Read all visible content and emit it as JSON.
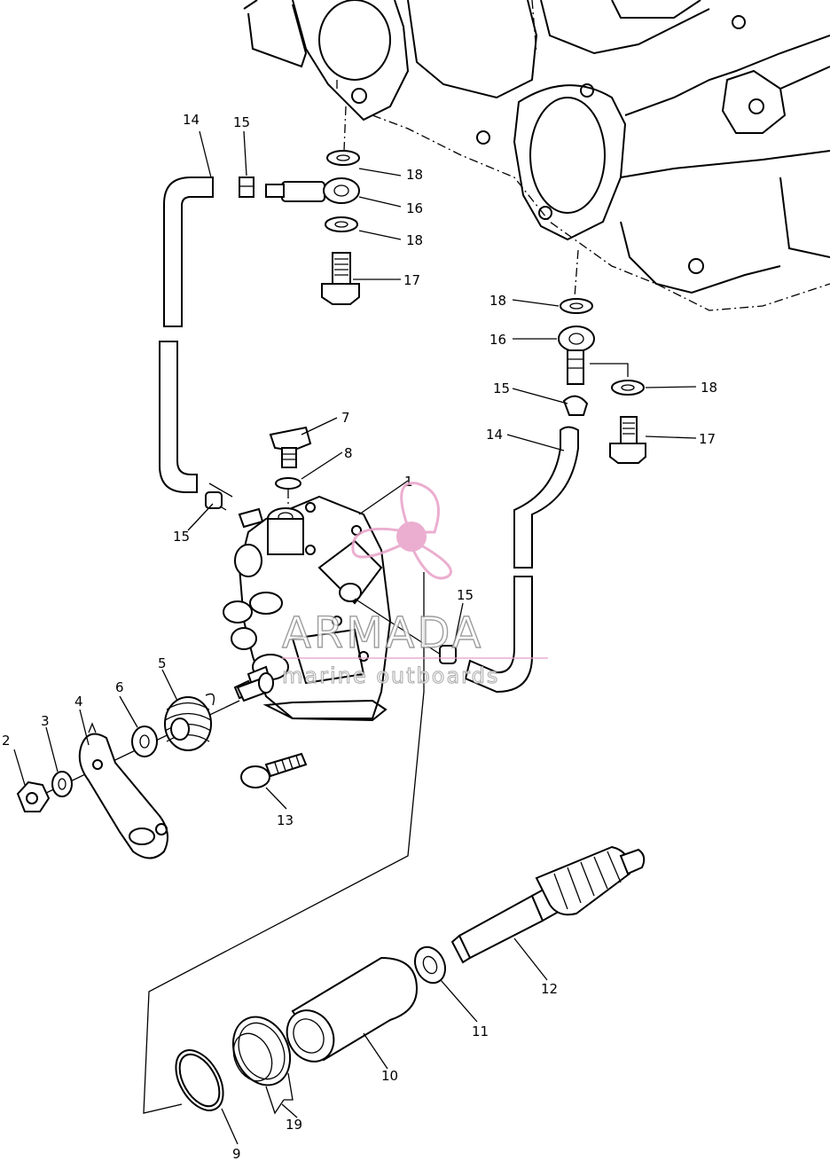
{
  "callouts": {
    "c1": "1",
    "c2": "2",
    "c3": "3",
    "c4": "4",
    "c5": "5",
    "c6": "6",
    "c7": "7",
    "c8": "8",
    "c9": "9",
    "c10": "10",
    "c11": "11",
    "c12": "12",
    "c13": "13",
    "c14a": "14",
    "c14b": "14",
    "c15a": "15",
    "c15b": "15",
    "c15c": "15",
    "c15d": "15",
    "c16a": "16",
    "c16b": "16",
    "c17a": "17",
    "c17b": "17",
    "c18a": "18",
    "c18b": "18",
    "c18c": "18",
    "c18d": "18",
    "c19": "19"
  },
  "watermark": {
    "brand": "ARMADA",
    "tagline": "marine outboards",
    "logo_color": "#e8a0c8"
  }
}
